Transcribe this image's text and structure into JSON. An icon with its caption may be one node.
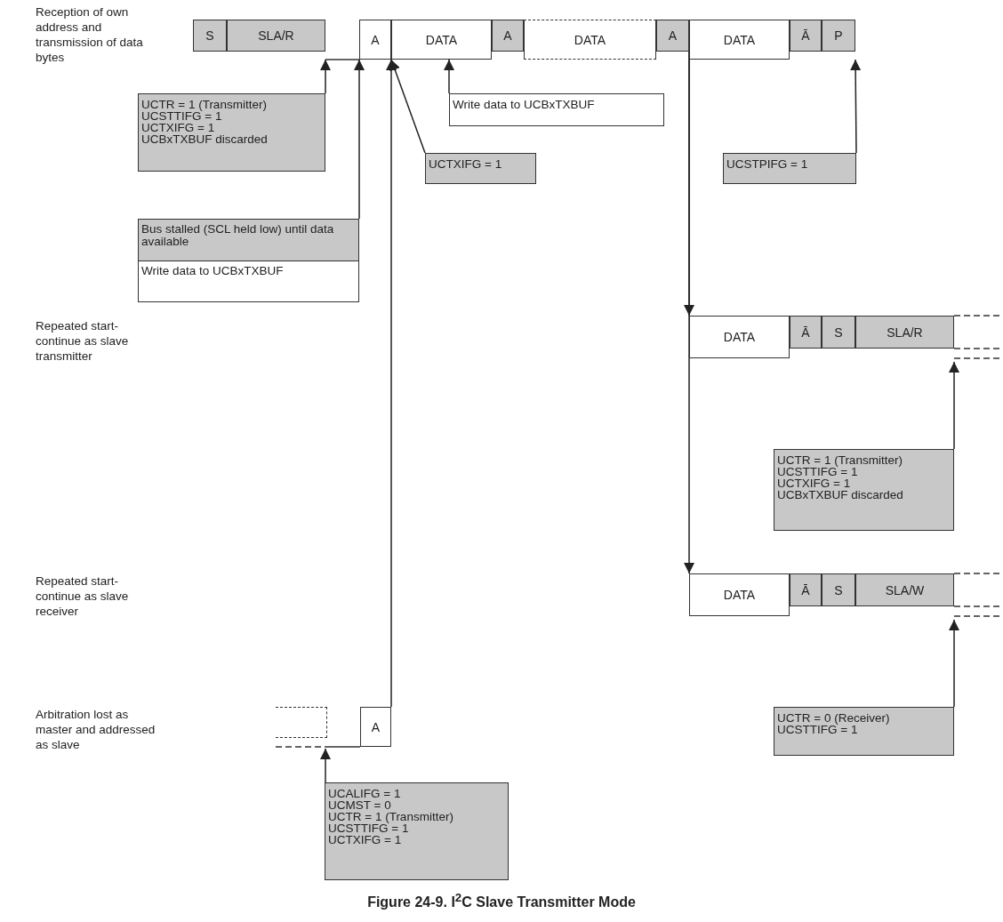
{
  "diagram": {
    "caption": "Figure 24-9. I$^{2}$C Slave Transmitter Mode",
    "nodes": [
      {
        "text": [
          "S"
        ]
      },
      {
        "text": [
          "SLA/R"
        ]
      },
      {
        "text": [
          "A"
        ]
      },
      {
        "text": [
          "DATA"
        ]
      },
      {
        "text": [
          "A"
        ]
      },
      {
        "text": [
          "DATA"
        ]
      },
      {
        "text": [
          "A"
        ]
      },
      {
        "text": [
          "DATA"
        ]
      },
      {
        "text": [
          "Ā"
        ]
      },
      {
        "text": [
          "P"
        ]
      },
      {
        "text": [
          "UCTR = 1 (Transmitter)",
          "UCSTTIFG = 1",
          "UCTXIFG = 1",
          "UCBxTXBUF discarded"
        ]
      },
      {
        "text": [
          "Write data to UCBxTXBUF"
        ]
      },
      {
        "text": [
          "UCTXIFG = 1"
        ]
      },
      {
        "text": [
          "UCSTPIFG = 1"
        ]
      },
      {
        "text": [
          "Bus stalled (SCL held low) until data available",
          "Write data to UCBxTXBUF"
        ]
      },
      {
        "text": [
          "DATA"
        ]
      },
      {
        "text": [
          "Ā"
        ]
      },
      {
        "text": [
          "S"
        ]
      },
      {
        "text": [
          "SLA/R"
        ]
      },
      {
        "text": [
          "UCTR = 1 (Transmitter)",
          "UCSTTIFG = 1",
          "UCTXIFG = 1",
          "UCBxTXBUF discarded"
        ]
      },
      {
        "text": [
          "DATA"
        ]
      },
      {
        "text": [
          "Ā"
        ]
      },
      {
        "text": [
          "S"
        ]
      },
      {
        "text": [
          "SLA/W"
        ]
      },
      {
        "text": [
          "UCTR = 0 (Receiver)",
          "UCSTTIFG = 1"
        ]
      },
      {
        "text": [],
        "shape": "box"
      },
      {
        "text": [
          "A"
        ]
      },
      {
        "text": [
          "UCALIFG = 1",
          "UCMST = 0",
          "UCTR = 1 (Transmitter)",
          "UCSTTIFG = 1",
          "UCTXIFG = 1"
        ]
      }
    ],
    "edges": [
      {
        "from": 10,
        "to": 1,
        "arrow": "to"
      },
      {
        "from": 14,
        "to": 2,
        "arrow": "to"
      },
      {
        "from": 26,
        "to": 2,
        "arrow": "to"
      },
      {
        "from": 12,
        "to": 2,
        "arrow": "to"
      },
      {
        "from": 11,
        "to": 3,
        "arrow": "to"
      },
      {
        "from": 13,
        "to": 9,
        "arrow": "to"
      },
      {
        "from": 6,
        "to": 15,
        "arrow": "to"
      },
      {
        "from": 6,
        "to": 20,
        "arrow": "to"
      },
      {
        "from": 19,
        "to": 18,
        "arrow": "to"
      },
      {
        "from": 24,
        "to": 23,
        "arrow": "to"
      },
      {
        "from": 27,
        "to": 25,
        "arrow": "to"
      }
    ],
    "labels": [
      "Reception of own address and transmission of data bytes",
      "Repeated start- continue as slave transmitter",
      "Repeated start- continue as slave receiver",
      "Arbitration lost as master and addressed as slave"
    ]
  }
}
